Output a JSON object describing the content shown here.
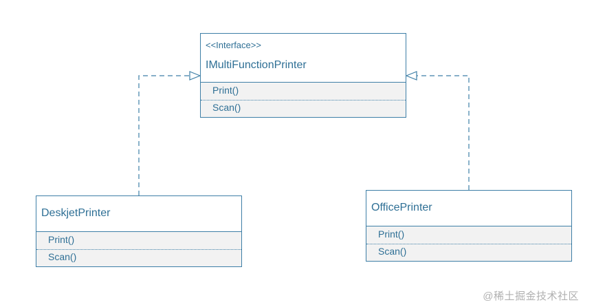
{
  "interface_class": {
    "stereotype": "<<Interface>>",
    "name": "IMultiFunctionPrinter",
    "methods": [
      "Print()",
      "Scan()"
    ]
  },
  "left_class": {
    "name": "DeskjetPrinter",
    "methods": [
      "Print()",
      "Scan()"
    ]
  },
  "right_class": {
    "name": "OfficePrinter",
    "methods": [
      "Print()",
      "Scan()"
    ]
  },
  "watermark": "@稀土掘金技术社区",
  "colors": {
    "line": "#3d7ea6",
    "text": "#2e6f95",
    "method_bg": "#f2f2f2"
  }
}
